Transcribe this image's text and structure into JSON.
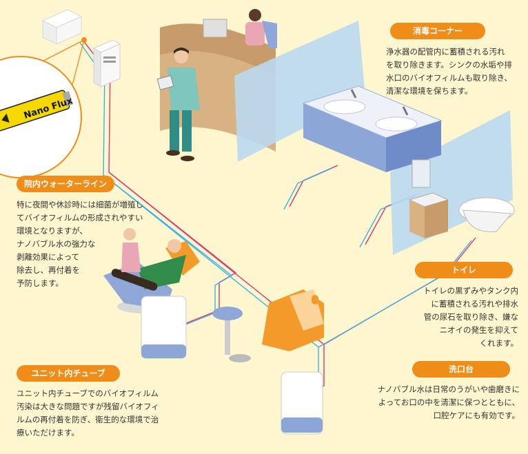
{
  "product": {
    "name": "Nano Flux"
  },
  "callouts": [
    {
      "id": "disinfection",
      "title": "消毒コーナー",
      "text": "浄水器の配管内に蓄積される汚れ\nを取り除きます。シンクの水垢や排\n水口のバイオフィルムも取り除き、\n清潔な環境を保ちます。"
    },
    {
      "id": "waterline",
      "title": "院内ウォーターライン",
      "text": "特に夜間や休診時には細菌が増殖し\nてバイオフィルムの形成されやすい\n環境となりますが、\nナノバブル水の強力な\n剥離効果によって\n除去し、再付着を\n予防します。"
    },
    {
      "id": "toilet",
      "title": "トイレ",
      "text": "トイレの黒ずみやタンク内\nに蓄積される汚れや排水\n管の尿石を取り除き、嫌な\nニオイの発生を抑えて\nくれます。"
    },
    {
      "id": "unit-tube",
      "title": "ユニット内チューブ",
      "text": "ユニット内チューブでのバイオフィルム\n汚染は大きな問題ですが残留バイオフィ\nルムの再付着を防ぎ、衛生的な環境で治\n療いただけます。"
    },
    {
      "id": "washbasin",
      "title": "洗口台",
      "text": "ナノバブル水は日常のうがいや歯磨きに\nよってお口の中を清潔に保つとともに、\n口腔ケアにも有効です。"
    }
  ],
  "colors": {
    "background": "#fdf6cf",
    "accent": "#f08c18",
    "hot_pipe": "#e0356e",
    "cold_pipe": "#3ab1e6",
    "partition": "#b9d9ef",
    "chair": "#f39a2b",
    "device": "#f5d800"
  }
}
